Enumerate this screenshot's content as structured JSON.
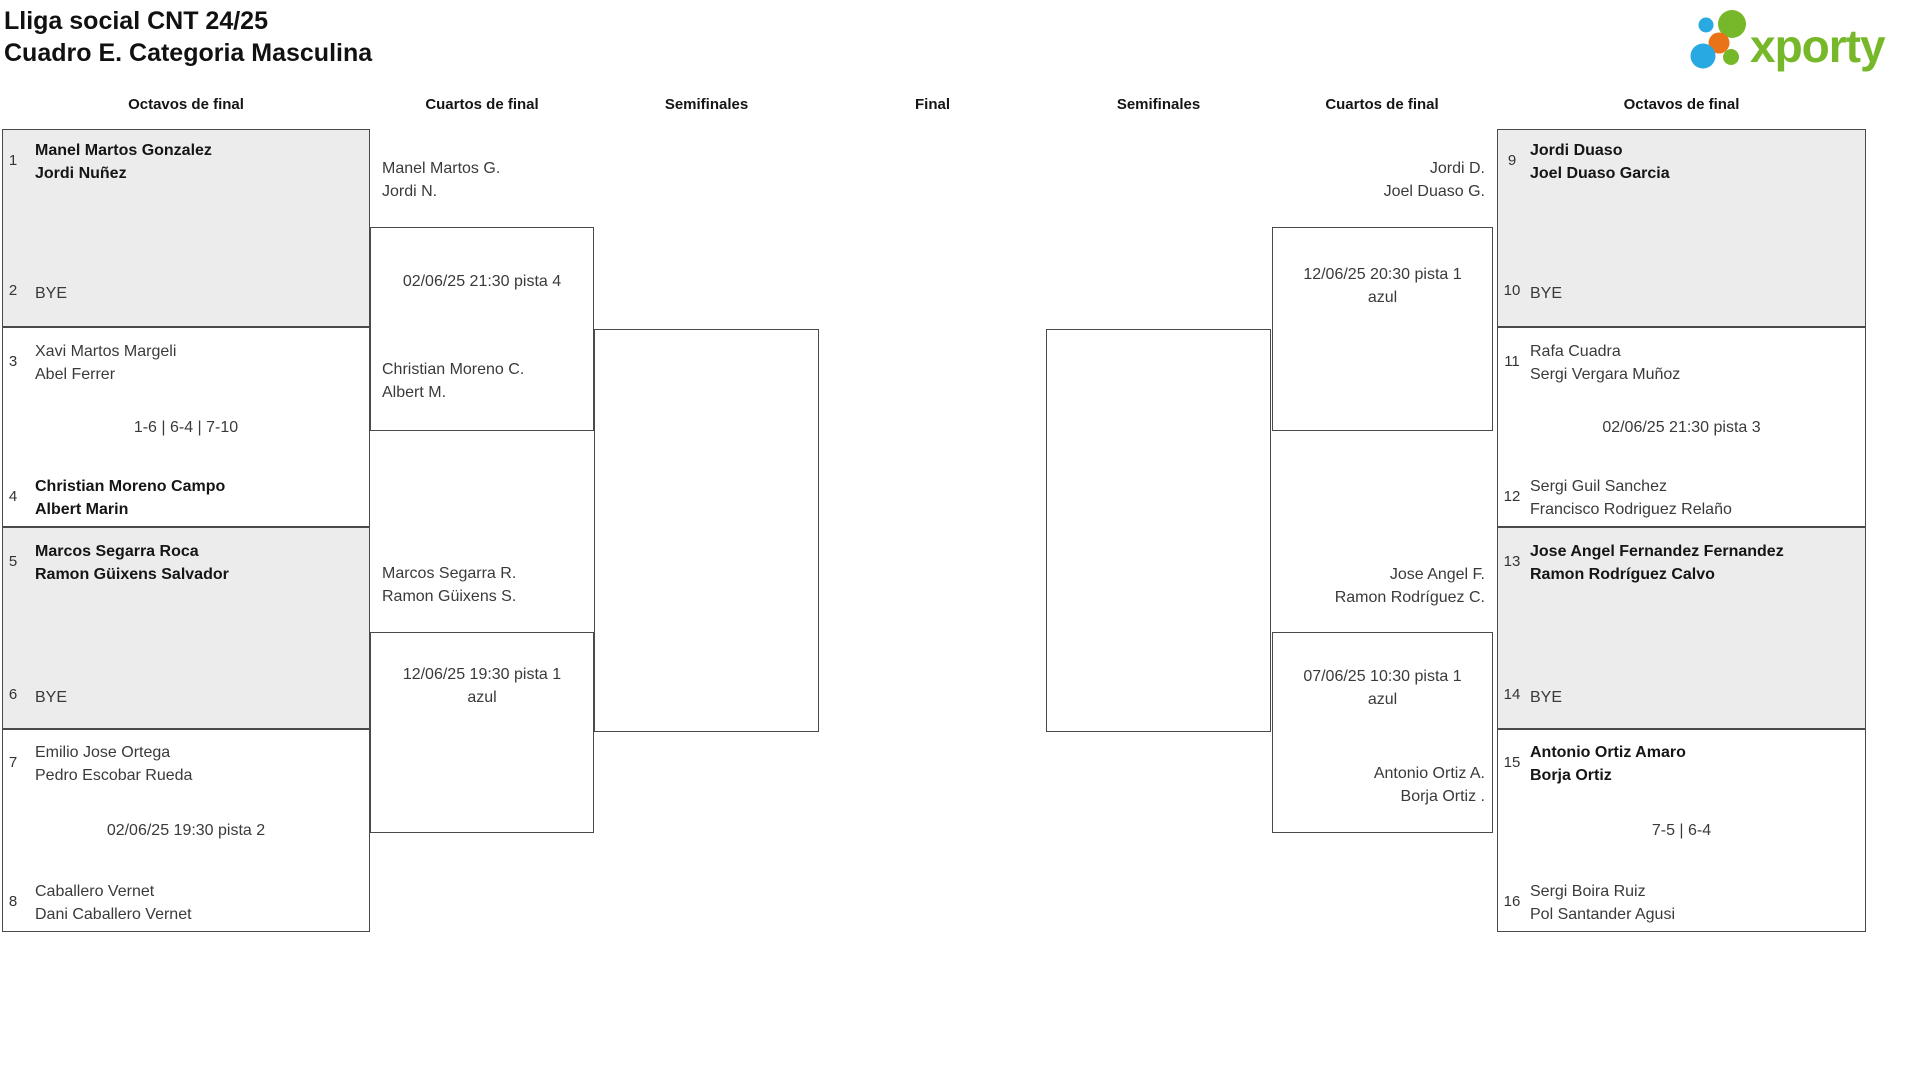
{
  "title": {
    "line1": "Lliga social CNT 24/25",
    "line2": "Cuadro E. Categoria Masculina"
  },
  "logo": {
    "brand": "xporty"
  },
  "colors": {
    "brand_green": "#76b82a",
    "dot_blue": "#29a9e1",
    "dot_orange": "#ea7317",
    "box_gray": "#ececec",
    "box_border": "#4a4a4a"
  },
  "round_headers": {
    "left_r16": "Octavos de final",
    "left_qf": "Cuartos de final",
    "left_sf": "Semifinales",
    "final": "Final",
    "right_sf": "Semifinales",
    "right_qf": "Cuartos de final",
    "right_r16": "Octavos de final"
  },
  "left_r16": {
    "m1": {
      "seed_top": "1",
      "top_line1": "Manel Martos Gonzalez",
      "top_line2": "Jordi Nuñez",
      "seed_bottom": "2",
      "bottom_line1": "BYE"
    },
    "m2": {
      "seed_top": "3",
      "top_line1": "Xavi Martos Margeli",
      "top_line2": "Abel Ferrer",
      "center": "1-6 | 6-4 | 7-10",
      "seed_bottom": "4",
      "bottom_line1": "Christian Moreno Campo",
      "bottom_line2": "Albert Marin"
    },
    "m3": {
      "seed_top": "5",
      "top_line1": "Marcos Segarra Roca",
      "top_line2": "Ramon Güixens Salvador",
      "seed_bottom": "6",
      "bottom_line1": "BYE"
    },
    "m4": {
      "seed_top": "7",
      "top_line1": "Emilio Jose Ortega",
      "top_line2": "Pedro Escobar Rueda",
      "center": "02/06/25 19:30 pista 2",
      "seed_bottom": "8",
      "bottom_line1": "Caballero Vernet",
      "bottom_line2": "Dani Caballero Vernet"
    }
  },
  "left_qf": {
    "m1": {
      "top_line1": "Manel Martos G.",
      "top_line2": "Jordi N.",
      "schedule_line1": "02/06/25 21:30 pista 4",
      "bottom_line1": "Christian Moreno C.",
      "bottom_line2": "Albert M."
    },
    "m2": {
      "top_line1": "Marcos Segarra R.",
      "top_line2": "Ramon Güixens S.",
      "schedule_line1": "12/06/25 19:30 pista 1",
      "schedule_line2": "azul"
    }
  },
  "right_qf": {
    "m1": {
      "top_line1": "Jordi D.",
      "top_line2": "Joel Duaso G.",
      "schedule_line1": "12/06/25 20:30 pista 1",
      "schedule_line2": "azul"
    },
    "m2": {
      "top_line1": "Jose Angel F.",
      "top_line2": "Ramon Rodríguez C.",
      "schedule_line1": "07/06/25 10:30 pista 1",
      "schedule_line2": "azul",
      "bottom_line1": "Antonio Ortiz A.",
      "bottom_line2": "Borja Ortiz ."
    }
  },
  "right_r16": {
    "m1": {
      "seed_top": "9",
      "top_line1": "Jordi Duaso",
      "top_line2": "Joel Duaso Garcia",
      "seed_bottom": "10",
      "bottom_line1": "BYE"
    },
    "m2": {
      "seed_top": "11",
      "top_line1": "Rafa Cuadra",
      "top_line2": "Sergi Vergara Muñoz",
      "center": "02/06/25 21:30 pista 3",
      "seed_bottom": "12",
      "bottom_line1": "Sergi Guil Sanchez",
      "bottom_line2": "Francisco Rodriguez Relaño"
    },
    "m3": {
      "seed_top": "13",
      "top_line1": "Jose Angel Fernandez Fernandez",
      "top_line2": "Ramon Rodríguez Calvo",
      "seed_bottom": "14",
      "bottom_line1": "BYE"
    },
    "m4": {
      "seed_top": "15",
      "top_line1": "Antonio Ortiz Amaro",
      "top_line2": "Borja Ortiz",
      "center": "7-5 | 6-4",
      "seed_bottom": "16",
      "bottom_line1": "Sergi Boira Ruiz",
      "bottom_line2": "Pol Santander Agusi"
    }
  }
}
